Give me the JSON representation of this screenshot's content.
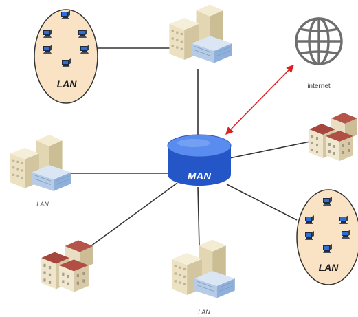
{
  "hub": {
    "label": "MAN",
    "color": "#2f64d8"
  },
  "lan_ellipse_label": "LAN",
  "internet": {
    "label": "internet",
    "icon": "globe-icon"
  },
  "building_labels": {
    "left": "LAN",
    "bottom": "LAN"
  },
  "colors": {
    "link": "#333333",
    "internet_link": "#e02020",
    "ellipse_fill": "#fae2c4",
    "ellipse_stroke": "#333333",
    "globe": "#6e6e6e"
  },
  "icons": [
    "computer-icon",
    "office-building-icon",
    "apartment-building-icon",
    "globe-icon",
    "database-cylinder-icon"
  ]
}
